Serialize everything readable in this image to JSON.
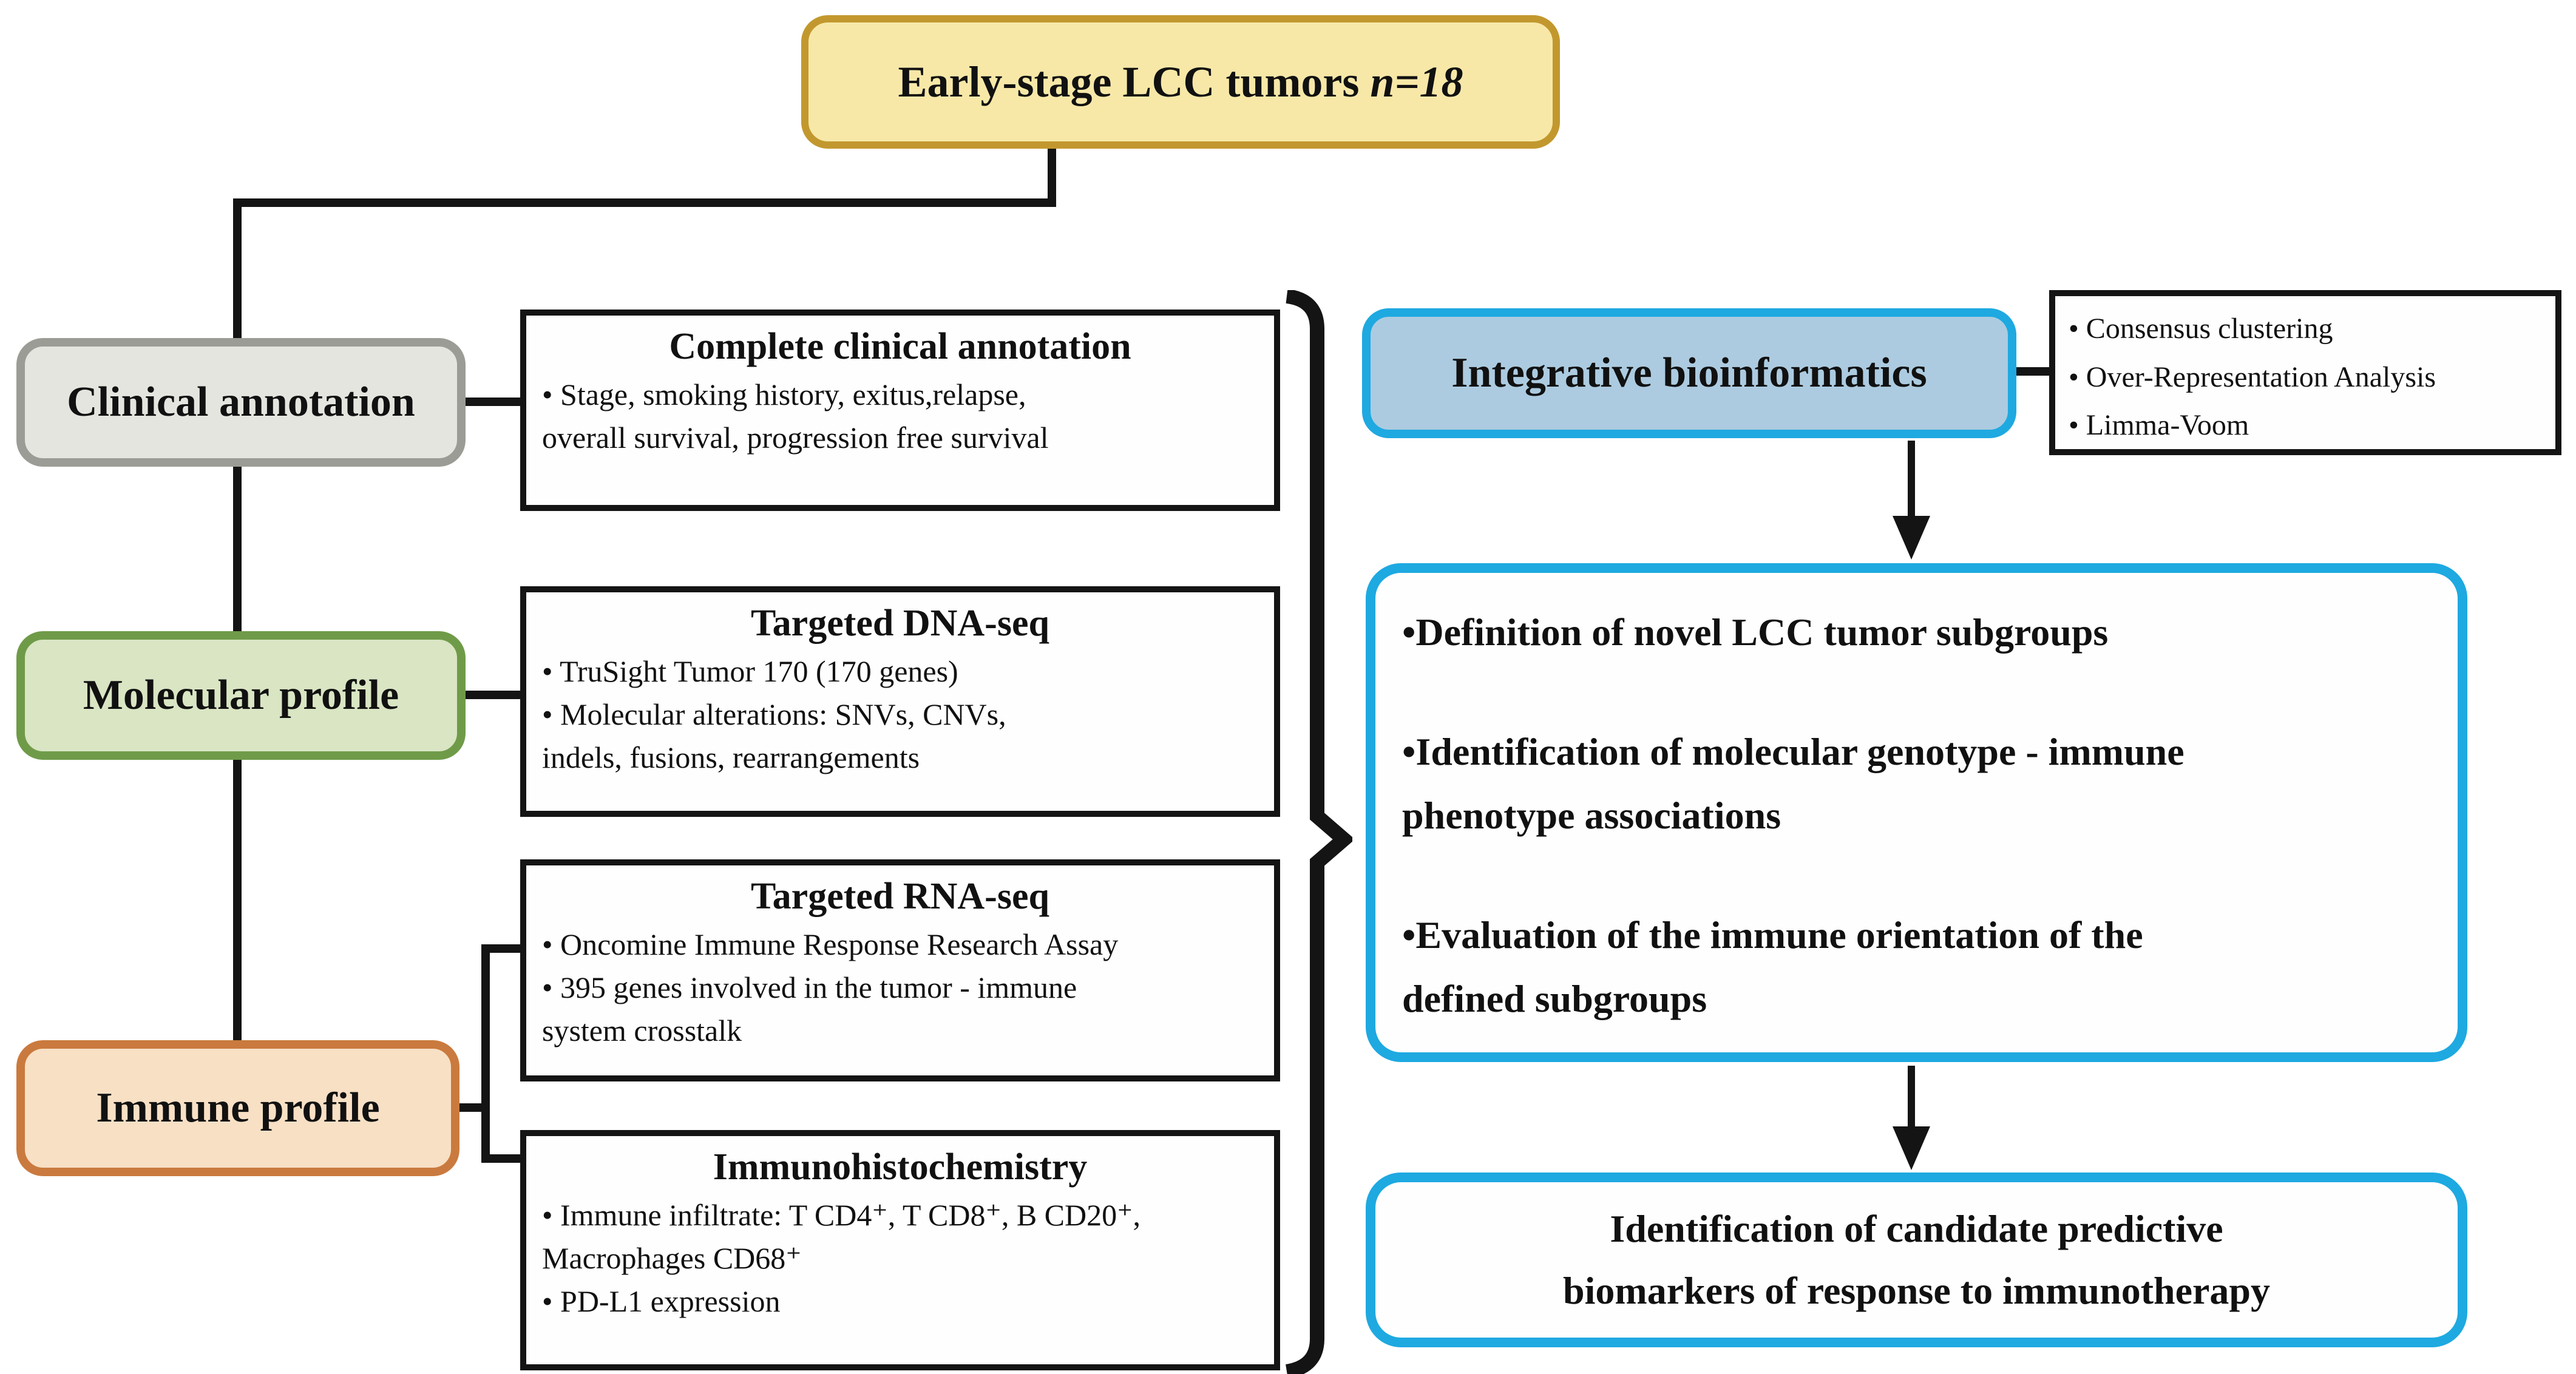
{
  "header": {
    "title": "Early-stage LCC tumors",
    "sample_size": "n=18"
  },
  "left_column": {
    "clinical": {
      "label": "Clinical annotation"
    },
    "molecular": {
      "label": "Molecular profile"
    },
    "immune": {
      "label": "Immune profile"
    }
  },
  "middle_column": {
    "clinical_annotation": {
      "title": "Complete clinical annotation",
      "bullets": [
        "• Stage, smoking history, exitus,relapse,\noverall survival, progression free survival"
      ]
    },
    "dna_seq": {
      "title": "Targeted DNA-seq",
      "bullets": [
        "• TruSight Tumor 170 (170 genes)",
        "• Molecular alterations: SNVs, CNVs,\nindels, fusions, rearrangements"
      ]
    },
    "rna_seq": {
      "title": "Targeted RNA-seq",
      "bullets": [
        "• Oncomine Immune Response Research Assay",
        "• 395 genes involved in the tumor - immune\nsystem crosstalk"
      ]
    },
    "immunohistochemistry": {
      "title": "Immunohistochemistry",
      "bullets": [
        "• Immune infiltrate: T CD4⁺, T CD8⁺, B CD20⁺,\nMacrophages CD68⁺",
        "• PD-L1 expression"
      ]
    }
  },
  "right_column": {
    "bioinformatics": {
      "label": "Integrative bioinformatics"
    },
    "methods": {
      "bullets": [
        "• Consensus clustering",
        "• Over-Representation Analysis",
        "• Limma-Voom"
      ]
    },
    "outcomes": {
      "bullets": [
        "•Definition of novel LCC tumor subgroups",
        "•Identification of molecular genotype - immune\nphenotype associations",
        "•Evaluation of the immune orientation of the\ndefined subgroups"
      ]
    },
    "final": {
      "text": "Identification of candidate predictive\nbiomarkers of response to immunotherapy"
    }
  },
  "colors": {
    "canvas-bg": "#ffffff",
    "line": "#141414",
    "yellow-fill": "#f7e8a8",
    "yellow-border": "#c2982e",
    "gray-fill": "#e5e5e0",
    "gray-border": "#9c9c96",
    "green-fill": "#d9e5c3",
    "green-border": "#6f9b49",
    "orange-fill": "#f8e0c5",
    "orange-border": "#ca7a3e",
    "blue-fill": "#accbe0",
    "cyan-border": "#1ea9e1",
    "white-fill": "#fefefe"
  }
}
